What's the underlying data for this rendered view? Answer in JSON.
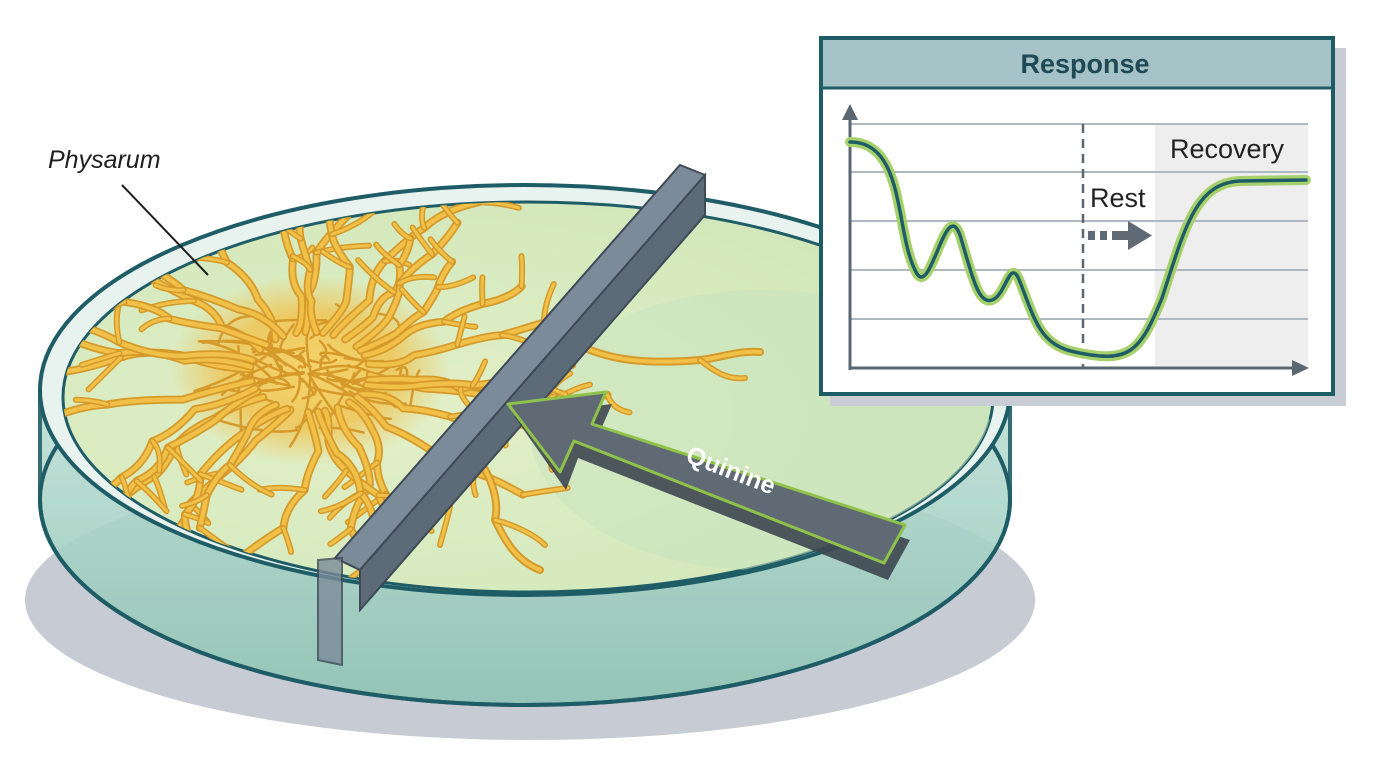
{
  "labels": {
    "organism": "Physarum",
    "stimulus": "Quinine"
  },
  "response_panel": {
    "title": "Response",
    "phase_rest": "Rest",
    "phase_recovery": "Recovery"
  },
  "colors": {
    "dish_rim": "#1f5d66",
    "agar": "#d9ecc3",
    "agar_edge": "#c3dfa6",
    "plasmodium": "#f0c048",
    "plasmodium_outline": "#d59a2a",
    "barrier": "#6b7b8a",
    "arrow_fill": "#5f6a75",
    "arrow_outline": "#8fc24a",
    "curve": "#1f5d66",
    "curve_glow": "#a6d06a",
    "panel_header": "#a5c3c6"
  }
}
